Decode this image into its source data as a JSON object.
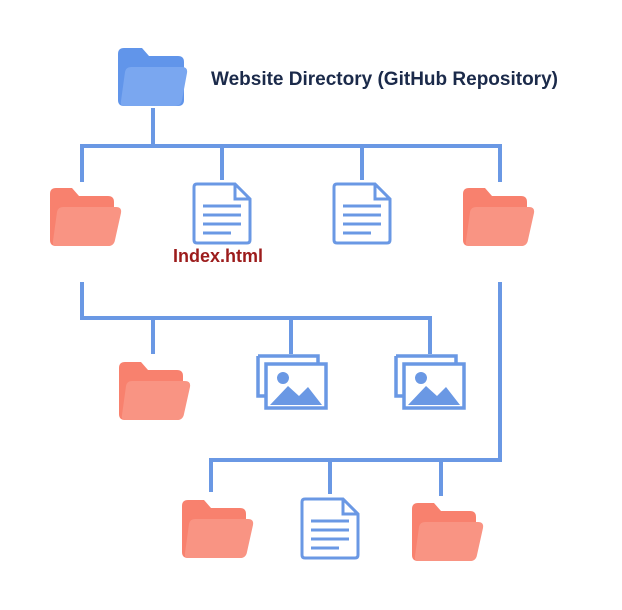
{
  "diagram": {
    "root": {
      "label": "Website Directory (GitHub Repository)",
      "type": "folder"
    },
    "highlight_file_label": "Index.html",
    "levels": [
      {
        "items": [
          "folder",
          "file",
          "file",
          "folder"
        ]
      },
      {
        "items": [
          "folder",
          "image",
          "image"
        ]
      },
      {
        "items": [
          "folder",
          "file",
          "folder"
        ]
      }
    ]
  },
  "colors": {
    "root_folder": "#6195ea",
    "folder": "#f8816e",
    "line": "#6a98e4",
    "file_outline": "#6a98e4",
    "title_text": "#1b2a4a",
    "highlight_text": "#9c1c1c"
  }
}
